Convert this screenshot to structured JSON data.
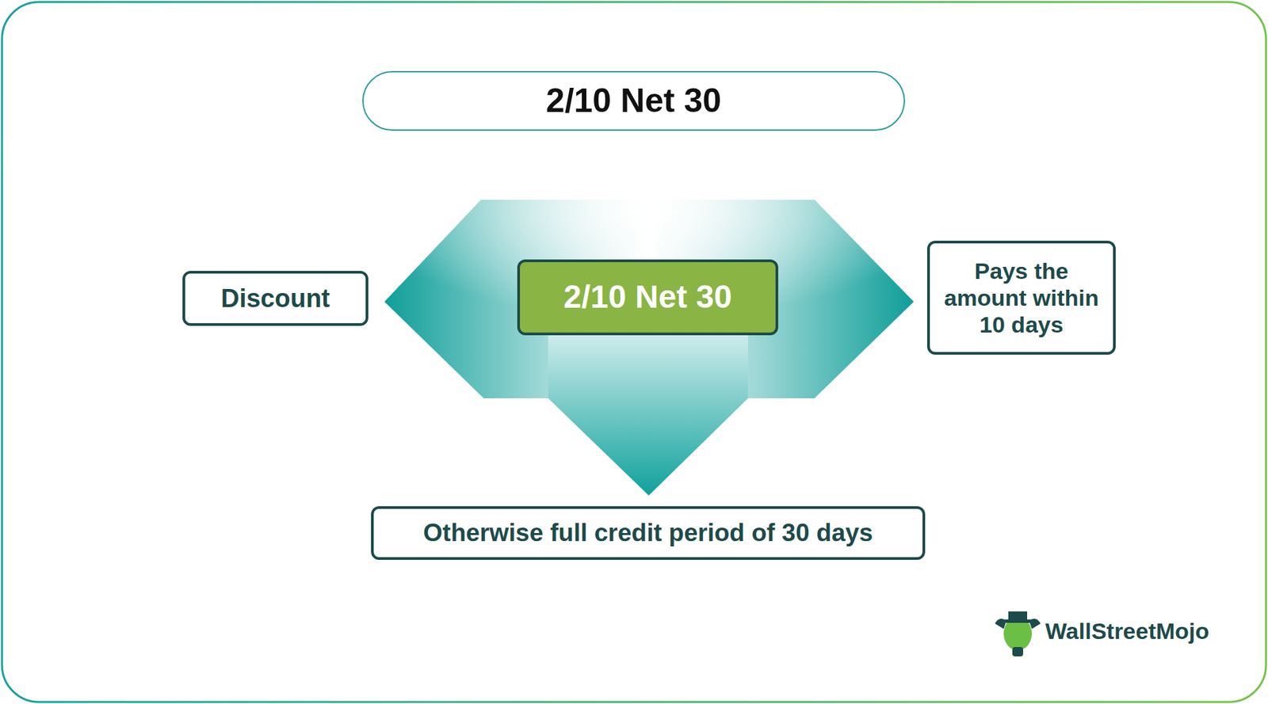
{
  "diagram": {
    "nodes": [
      {
        "text": [
          "2/10 Net 30"
        ]
      },
      {
        "text": [
          "Discount"
        ]
      },
      {
        "text": [
          "2/10 Net 30"
        ]
      },
      {
        "text": [
          "Pays the amount within 10 days"
        ]
      },
      {
        "text": [
          "Otherwise full credit period of 30 days"
        ]
      }
    ],
    "labels": [
      "WallStreetMojo"
    ]
  }
}
